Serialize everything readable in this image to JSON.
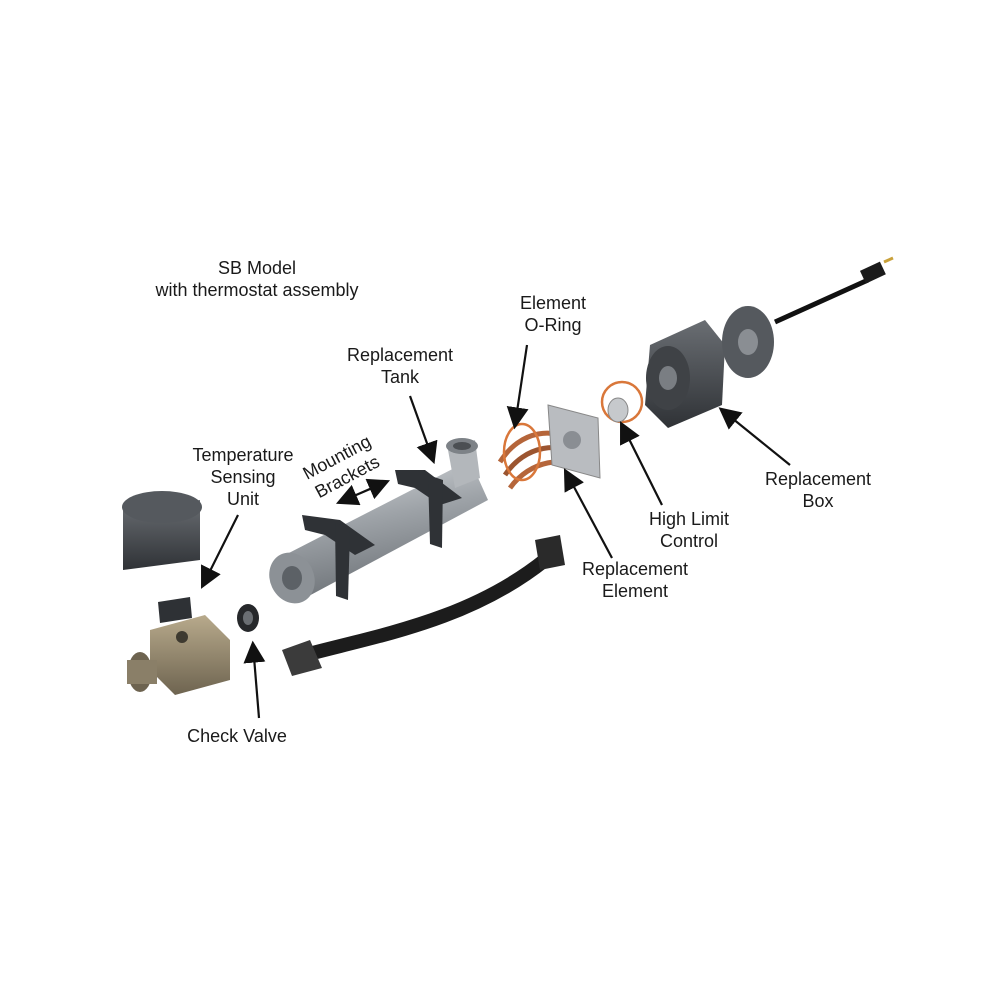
{
  "title": {
    "line1": "SB Model",
    "line2": "with thermostat assembly"
  },
  "labels": {
    "element_oring": [
      "Element",
      "O-Ring"
    ],
    "replacement_tank": [
      "Replacement",
      "Tank"
    ],
    "temperature_sensing_unit": [
      "Temperature",
      "Sensing",
      "Unit"
    ],
    "mounting_brackets": [
      "Mounting",
      "Brackets"
    ],
    "replacement_box": [
      "Replacement",
      "Box"
    ],
    "high_limit_control": [
      "High Limit",
      "Control"
    ],
    "replacement_element": [
      "Replacement",
      "Element"
    ],
    "check_valve": [
      "Check Valve"
    ]
  },
  "colors": {
    "oring": "#d9773a",
    "copper": "#b5653a",
    "metal": "#a9adb2",
    "dark": "#3a3d41"
  }
}
